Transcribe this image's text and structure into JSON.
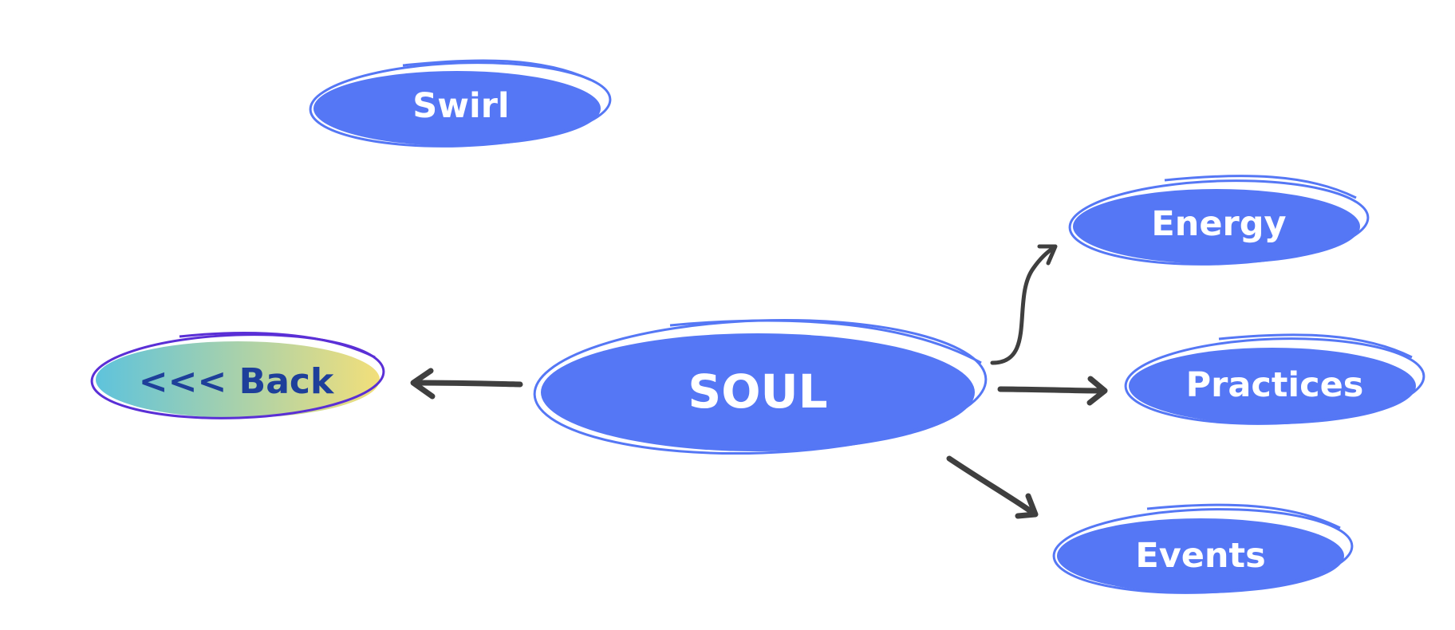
{
  "colors": {
    "node_fill": "#5577f5",
    "node_outline": "#5577f5",
    "back_outline": "#5a2fd6",
    "back_gradient_start": "#5ec3dc",
    "back_gradient_end": "#f2df7a",
    "back_text": "#1e3f9a",
    "arrow": "#3f3f3f",
    "label": "#ffffff"
  },
  "nodes": {
    "swirl": "Swirl",
    "energy": "Energy",
    "back": "<<< Back",
    "soul": "SOUL",
    "practices": "Practices",
    "events": "Events"
  }
}
